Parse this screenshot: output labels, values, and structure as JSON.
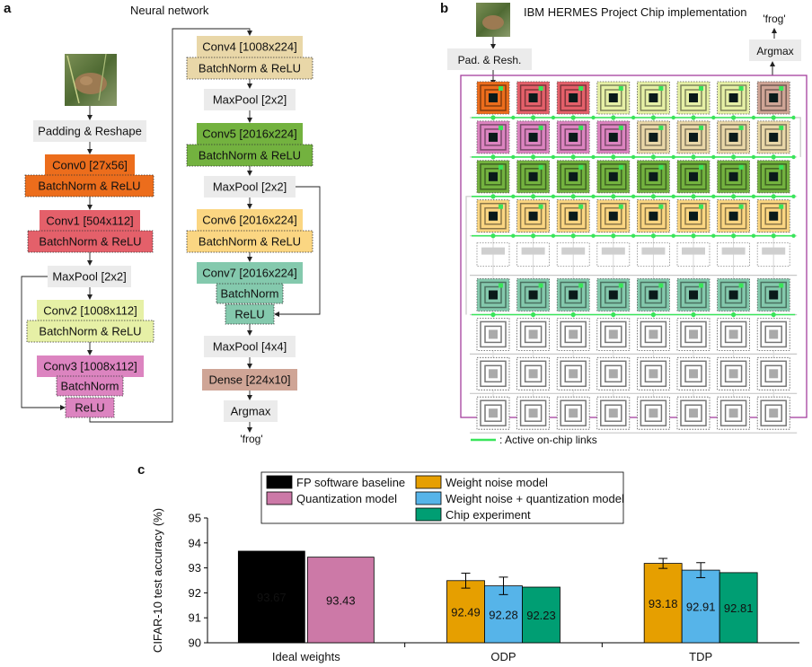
{
  "panel_a": {
    "letter": "a",
    "title": "Neural network",
    "blocks": [
      {
        "id": "pad",
        "label": "Padding & Reshape",
        "color": "#ebebeb"
      },
      {
        "id": "conv0",
        "label": "Conv0 [27x56]",
        "color": "#ec6d1c"
      },
      {
        "id": "bn0",
        "label": "BatchNorm & ReLU",
        "color": "#ec6d1c"
      },
      {
        "id": "conv1",
        "label": "Conv1 [504x112]",
        "color": "#e4606a"
      },
      {
        "id": "bn1",
        "label": "BatchNorm & ReLU",
        "color": "#e4606a"
      },
      {
        "id": "mp1",
        "label": "MaxPool [2x2]",
        "color": "#ebebeb"
      },
      {
        "id": "conv2",
        "label": "Conv2 [1008x112]",
        "color": "#e6f0a6"
      },
      {
        "id": "bn2",
        "label": "BatchNorm & ReLU",
        "color": "#e6f0a6"
      },
      {
        "id": "conv3",
        "label": "Conv3 [1008x112]",
        "color": "#dc84c0"
      },
      {
        "id": "bn3",
        "label": "BatchNorm",
        "color": "#dc84c0"
      },
      {
        "id": "relu3",
        "label": "ReLU",
        "color": "#dc84c0"
      },
      {
        "id": "conv4",
        "label": "Conv4 [1008x224]",
        "color": "#e9d7a8"
      },
      {
        "id": "bn4",
        "label": "BatchNorm & ReLU",
        "color": "#e9d7a8"
      },
      {
        "id": "mp4",
        "label": "MaxPool [2x2]",
        "color": "#ebebeb"
      },
      {
        "id": "conv5",
        "label": "Conv5 [2016x224]",
        "color": "#73b23f"
      },
      {
        "id": "bn5",
        "label": "BatchNorm & ReLU",
        "color": "#73b23f"
      },
      {
        "id": "mp5",
        "label": "MaxPool [2x2]",
        "color": "#ebebeb"
      },
      {
        "id": "conv6",
        "label": "Conv6 [2016x224]",
        "color": "#fbd682"
      },
      {
        "id": "bn6",
        "label": "BatchNorm & ReLU",
        "color": "#fbd682"
      },
      {
        "id": "conv7",
        "label": "Conv7 [2016x224]",
        "color": "#84c9ad"
      },
      {
        "id": "bn7",
        "label": "BatchNorm",
        "color": "#84c9ad"
      },
      {
        "id": "relu7",
        "label": "ReLU",
        "color": "#84c9ad"
      },
      {
        "id": "mp7",
        "label": "MaxPool [4x4]",
        "color": "#ebebeb"
      },
      {
        "id": "dense",
        "label": "Dense [224x10]",
        "color": "#cfa596"
      },
      {
        "id": "argmax",
        "label": "Argmax",
        "color": "#ebebeb"
      }
    ],
    "output": "'frog'"
  },
  "panel_b": {
    "letter": "b",
    "title": "IBM HERMES Project Chip implementation",
    "input_block": "Pad. & Resh.",
    "output_block": "Argmax",
    "output": "'frog'",
    "legend": ": Active on-chip links",
    "border_color": "#a53f9d",
    "link_color": "#39e55a",
    "row_colors": [
      [
        "#ec6d1c",
        "#e4606a",
        "#e4606a",
        "#e6f0a6",
        "#e6f0a6",
        "#e6f0a6",
        "#e6f0a6",
        "#cfa596"
      ],
      [
        "#dc84c0",
        "#dc84c0",
        "#dc84c0",
        "#dc84c0",
        "#e9d7a8",
        "#e9d7a8",
        "#e9d7a8",
        "#e9d7a8"
      ],
      [
        "#73b23f",
        "#73b23f",
        "#73b23f",
        "#73b23f",
        "#73b23f",
        "#73b23f",
        "#73b23f",
        "#73b23f"
      ],
      [
        "#fbd682",
        "#fbd682",
        "#fbd682",
        "#fbd682",
        "#fbd682",
        "#fbd682",
        "#fbd682",
        "#fbd682"
      ],
      [
        "blank",
        "blank",
        "blank",
        "blank",
        "blank",
        "blank",
        "blank",
        "blank"
      ],
      [
        "#84c9ad",
        "#84c9ad",
        "#84c9ad",
        "#84c9ad",
        "#84c9ad",
        "#84c9ad",
        "#84c9ad",
        "#84c9ad"
      ],
      [
        "gray",
        "gray",
        "gray",
        "gray",
        "gray",
        "gray",
        "gray",
        "gray"
      ],
      [
        "gray",
        "gray",
        "gray",
        "gray",
        "gray",
        "gray",
        "gray",
        "gray"
      ],
      [
        "gray",
        "gray",
        "gray",
        "gray",
        "gray",
        "gray",
        "gray",
        "gray"
      ]
    ]
  },
  "chart_data": {
    "letter": "c",
    "type": "bar",
    "ylabel": "CIFAR-10 test accuracy (%)",
    "ylim": [
      90,
      95
    ],
    "yticks": [
      90,
      91,
      92,
      93,
      94,
      95
    ],
    "categories": [
      "Ideal weights",
      "ODP",
      "TDP"
    ],
    "series": [
      {
        "name": "FP software baseline",
        "color": "#000000",
        "values": [
          93.67,
          null,
          null
        ],
        "errors": [
          null,
          null,
          null
        ],
        "labels": [
          "93.67",
          "",
          ""
        ]
      },
      {
        "name": "Quantization model",
        "color": "#cc79a7",
        "values": [
          93.43,
          null,
          null
        ],
        "errors": [
          null,
          null,
          null
        ],
        "labels": [
          "93.43",
          "",
          ""
        ]
      },
      {
        "name": "Weight noise model",
        "color": "#e69f00",
        "values": [
          null,
          92.49,
          93.18
        ],
        "errors": [
          null,
          0.3,
          0.2
        ],
        "labels": [
          "",
          "92.49",
          "93.18"
        ]
      },
      {
        "name": "Weight noise + quantization model",
        "color": "#56b4e9",
        "values": [
          null,
          92.28,
          92.91
        ],
        "errors": [
          null,
          0.35,
          0.3
        ],
        "labels": [
          "",
          "92.28",
          "92.91"
        ]
      },
      {
        "name": "Chip experiment",
        "color": "#009e73",
        "values": [
          null,
          92.23,
          92.81
        ],
        "errors": [
          null,
          null,
          null
        ],
        "labels": [
          "",
          "92.23",
          "92.81"
        ]
      }
    ],
    "legend_position": "top"
  }
}
